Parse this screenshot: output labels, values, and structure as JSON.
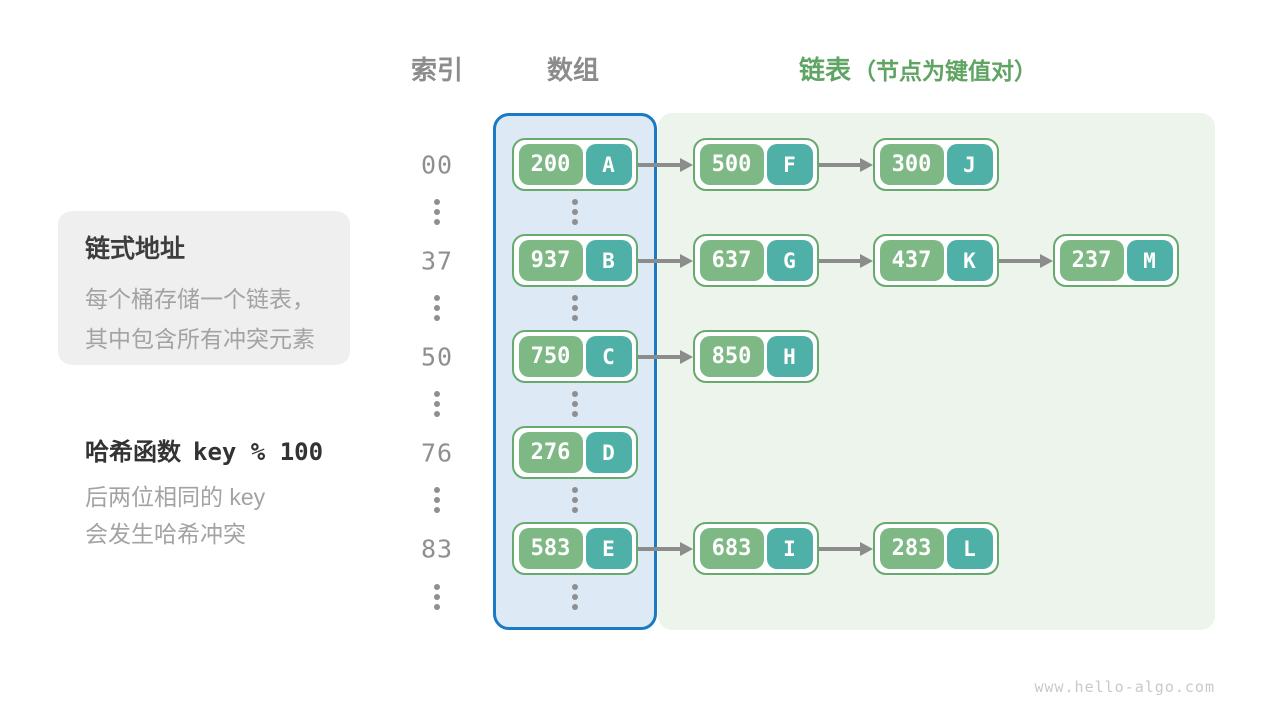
{
  "page": {
    "watermark": "www.hello-algo.com"
  },
  "header": {
    "index_label": "索引",
    "array_label": "数组",
    "list_label": "链表",
    "list_note": "（节点为键值对）"
  },
  "notes": {
    "box_title": "链式地址",
    "box_lines": [
      "每个桶存储一个链表，",
      "其中包含所有冲突元素"
    ],
    "hash_title_prefix": "哈希函数",
    "hash_title_code": "key % 100",
    "hash_lines": [
      "后两位相同的 key",
      "会发生哈希冲突"
    ]
  },
  "colors": {
    "key_green": "#7eb985",
    "value_teal": "#4eb0a6",
    "node_border": "#67a96f",
    "text_green": "#5fa463",
    "array_border": "#1a7ac4",
    "array_fill": "#dde9f5",
    "chain_fill": "#ecf4ec",
    "arrow_gray": "#8c8c8c"
  },
  "hash_table": {
    "rows": [
      {
        "index": "00",
        "nodes": [
          {
            "key": "200",
            "value": "A"
          },
          {
            "key": "500",
            "value": "F"
          },
          {
            "key": "300",
            "value": "J"
          }
        ]
      },
      {
        "index": "37",
        "nodes": [
          {
            "key": "937",
            "value": "B"
          },
          {
            "key": "637",
            "value": "G"
          },
          {
            "key": "437",
            "value": "K"
          },
          {
            "key": "237",
            "value": "M"
          }
        ]
      },
      {
        "index": "50",
        "nodes": [
          {
            "key": "750",
            "value": "C"
          },
          {
            "key": "850",
            "value": "H"
          }
        ]
      },
      {
        "index": "76",
        "nodes": [
          {
            "key": "276",
            "value": "D"
          }
        ]
      },
      {
        "index": "83",
        "nodes": [
          {
            "key": "583",
            "value": "E"
          },
          {
            "key": "683",
            "value": "I"
          },
          {
            "key": "283",
            "value": "L"
          }
        ]
      }
    ]
  }
}
